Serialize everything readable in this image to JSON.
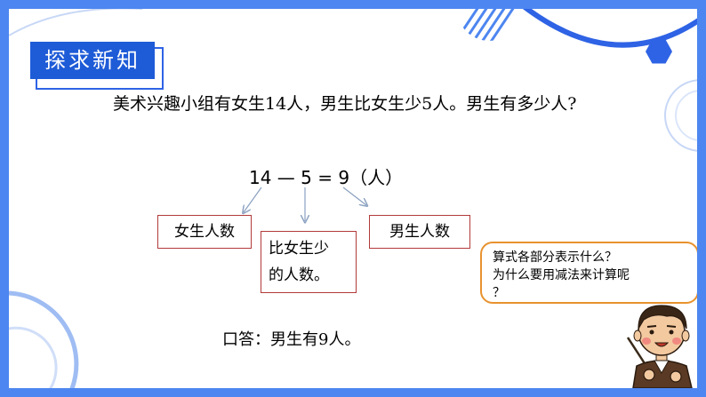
{
  "header": {
    "title": "探求新知"
  },
  "problem": {
    "text": "美术兴趣小组有女生14人，男生比女生少5人。男生有多少人?"
  },
  "equation": {
    "text": "14 — 5 = 9（人）"
  },
  "labels": {
    "female_count": "女生人数",
    "less_line1": "比女生少",
    "less_line2": "的人数。",
    "male_count": "男生人数"
  },
  "answer": {
    "text": "口答：男生有9人。"
  },
  "speech": {
    "line1": "算式各部分表示什么？",
    "line2": "为什么要用减法来计算呢",
    "line3": "？"
  },
  "colors": {
    "frame": "#4d86f0",
    "title_bg": "#1e5bd7",
    "accent_hex": "#2f63e5",
    "box_border": "#b23a3a",
    "bubble_border": "#e8922e"
  },
  "icons": [
    "hexagon-icon",
    "arrow-icon",
    "teacher-figure-icon",
    "striped-circle-icon"
  ]
}
